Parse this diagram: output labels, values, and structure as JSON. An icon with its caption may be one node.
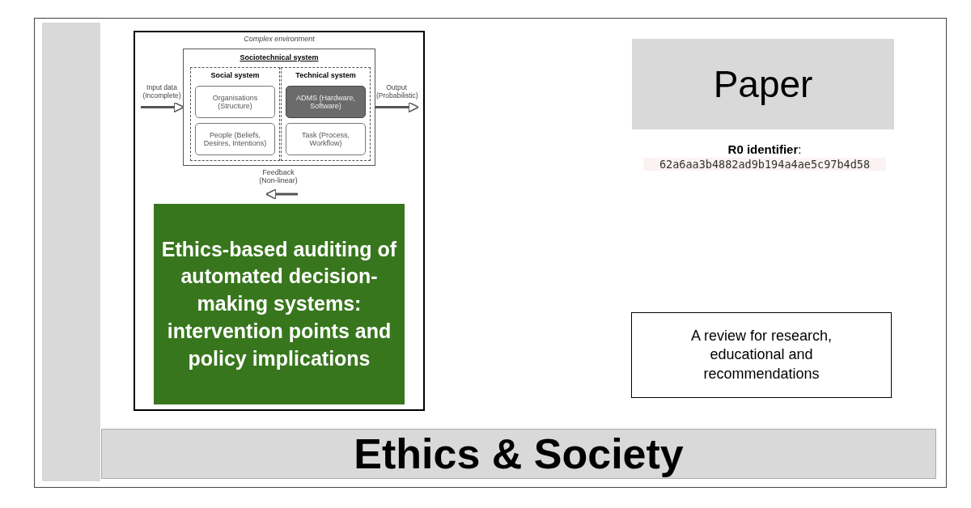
{
  "diagram": {
    "nodes": [
      {
        "text": [],
        "shape": "box"
      },
      {
        "text": [
          "Sociotechnical system"
        ],
        "in": 0
      },
      {
        "text": [
          "Social system"
        ],
        "in": 1
      },
      {
        "text": [
          "Organisations (Structure)"
        ],
        "in": 2
      },
      {
        "text": [
          "People (Beliefs, Desires, Intentions)"
        ],
        "in": 2
      },
      {
        "text": [
          "Technical system"
        ],
        "in": 1
      },
      {
        "text": [
          "ADMS (Hardware, Software)"
        ],
        "in": 5
      },
      {
        "text": [
          "Task (Process, Workflow)"
        ],
        "in": 5
      },
      {
        "text": [
          "Ethics-based auditing of automated decision-making systems: intervention points and policy implications"
        ],
        "in": 0
      },
      {
        "text": [
          "Paper"
        ]
      },
      {
        "text": [
          "A review for research, educational and recommendations"
        ]
      },
      {
        "text": [
          "Ethics & Society"
        ]
      },
      {
        "text": [],
        "shape": "bar"
      }
    ],
    "edges": [
      {
        "from": null,
        "to": 1,
        "arrow": "to",
        "label": "Input data (Incomplete)"
      },
      {
        "from": 1,
        "to": null,
        "arrow": "to",
        "label": "Output (Probabilistic)"
      }
    ],
    "labels": [
      "Complex environment",
      "Feedback (Non-linear)",
      "**R0 identifier**:",
      "62a6aa3b4882ad9b194a4ae5c97b4d58"
    ]
  }
}
